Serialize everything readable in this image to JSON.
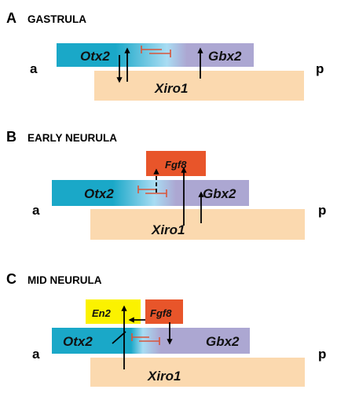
{
  "colors": {
    "otx2": "#1aa8c8",
    "gbx2": "#aca7d2",
    "xiro1": "#fbd9af",
    "fgf8": "#e8552a",
    "en2": "#fbf200",
    "repression": "#d9553a",
    "arrow": "#000000"
  },
  "axis": {
    "anterior": "a",
    "posterior": "p"
  },
  "panels": [
    {
      "letter": "A",
      "title": "GASTRULA",
      "genes": {
        "otx2": "Otx2",
        "gbx2": "Gbx2",
        "xiro1": "Xiro1"
      }
    },
    {
      "letter": "B",
      "title": "EARLY NEURULA",
      "genes": {
        "otx2": "Otx2",
        "gbx2": "Gbx2",
        "xiro1": "Xiro1",
        "fgf8": "Fgf8"
      }
    },
    {
      "letter": "C",
      "title": "MID NEURULA",
      "genes": {
        "otx2": "Otx2",
        "gbx2": "Gbx2",
        "xiro1": "Xiro1",
        "fgf8": "Fgf8",
        "en2": "En2"
      }
    }
  ]
}
